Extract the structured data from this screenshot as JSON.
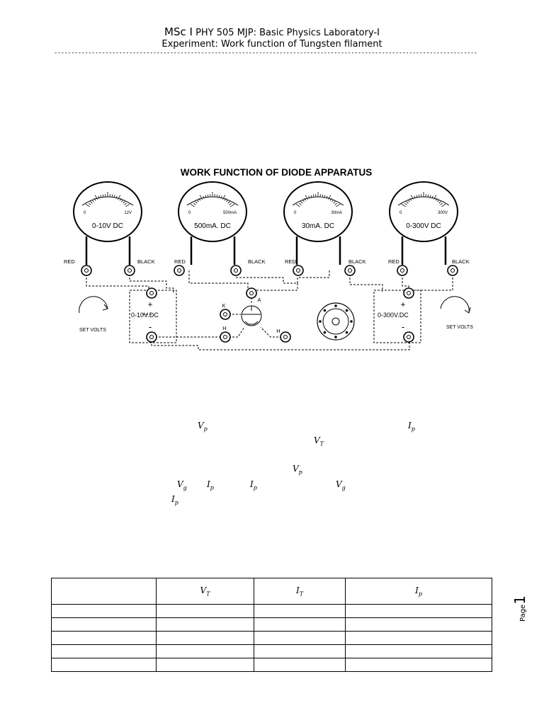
{
  "header": {
    "line1_prefix": "MSc I",
    "line1_rest": "PHY 505 MJP: Basic Physics Laboratory-I",
    "line2": "Experiment: Work function of Tungsten filament",
    "rule": "----------------------------------------------------------------------------------------------------------------------------"
  },
  "diagram": {
    "title": "WORK FUNCTION OF DIODE APPARATUS",
    "meters": [
      {
        "label": "0-10V DC",
        "min": "0",
        "max": "12V"
      },
      {
        "label": "500mA. DC",
        "min": "0",
        "max": "500mA"
      },
      {
        "label": "30mA. DC",
        "min": "0",
        "max": "30mA"
      },
      {
        "label": "0-300V DC",
        "min": "0",
        "max": "300V"
      }
    ],
    "terminal_red": "RED",
    "terminal_black": "BLACK",
    "supply_left": "0-10V.DC",
    "supply_right": "0-300V.DC",
    "plus": "+",
    "minus": "-",
    "set_volts": "SET VOLTS",
    "tube_k": "K",
    "tube_a": "A",
    "tube_h": "H"
  },
  "symbols": {
    "Vp": {
      "v": "V",
      "s": "p"
    },
    "Ip": {
      "v": "I",
      "s": "p"
    },
    "VT": {
      "v": "V",
      "s": "T"
    },
    "Vg": {
      "v": "V",
      "s": "g"
    },
    "IT": {
      "v": "I",
      "s": "T"
    }
  },
  "table": {
    "headers": [
      "",
      {
        "v": "V",
        "s": "T"
      },
      {
        "v": "I",
        "s": "T"
      },
      {
        "v": "I",
        "s": "p"
      }
    ],
    "empty_rows": 5
  },
  "page": {
    "label": "Page",
    "number": "1"
  }
}
